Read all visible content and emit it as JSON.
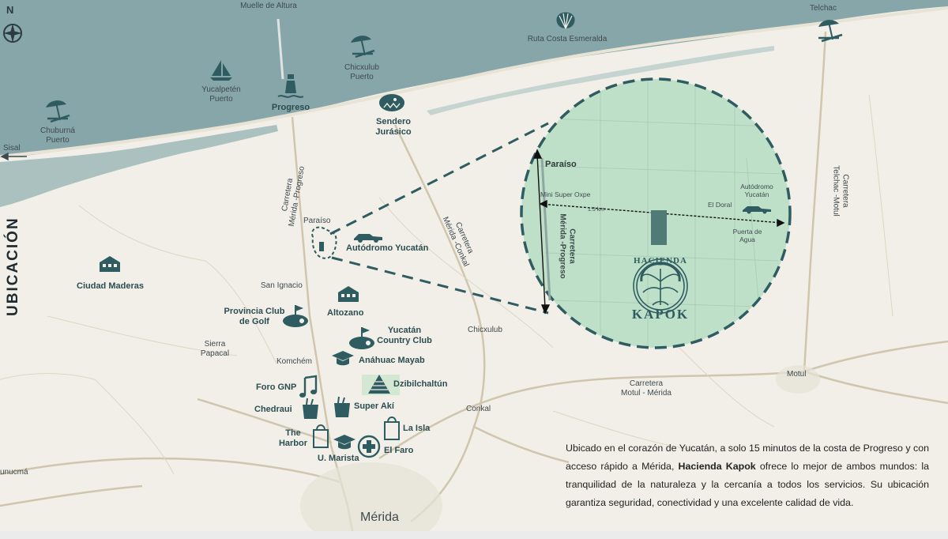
{
  "compass": {
    "letter": "N"
  },
  "side_title": "UBICACIÓN",
  "places": {
    "muelle": "Muelle de Altura",
    "telchac": "Telchac",
    "ruta_costa": "Ruta Costa Esmeralda",
    "chicxulub_puerto": "Chicxulub\nPuerto",
    "yucalpeten": "Yucalpetén\nPuerto",
    "progreso": "Progreso",
    "chuburna": "Chuburná\nPuerto",
    "sisal": "Sisal",
    "sendero": "Sendero\nJurásico",
    "paraiso": "Paraíso",
    "autodromo": "Autódromo Yucatán",
    "ciudad_maderas": "Ciudad Maderas",
    "san_ignacio": "San Ignacio",
    "provincia": "Provincia Club\nde Golf",
    "altozano": "Altozano",
    "yucatan_cc": "Yucatán\nCountry Club",
    "sierra": "Sierra\nPapacal",
    "komchem": "Komchém",
    "anahuac": "Anáhuac Mayab",
    "dzibilchaltun": "Dzibilchaltún",
    "chicxulub": "Chicxulub",
    "foro": "Foro GNP",
    "chedraui": "Chedraui",
    "super_aki": "Super Akí",
    "conkal": "Conkal",
    "harbor": "The\nHarbor",
    "la_isla": "La Isla",
    "marista": "U. Marista",
    "el_faro": "El Faro",
    "ucuma": "unucmá",
    "merida": "Mérida",
    "motul": "Motul"
  },
  "roads": {
    "merida_progreso": "Carretera\nMérida -Progreso",
    "merida_conkal": "Carretera\nMérida -Conkal",
    "telchac_motul": "Carretera\nTelchac -Motul",
    "motul_merida": "Carretera\nMotul - Mérida"
  },
  "inset": {
    "paraiso": "Paraíso",
    "mini_super": "Mini Super Oxpe",
    "distance": "1.5 km",
    "el_doral": "El Doral",
    "autodromo": "Autódromo\nYucatán",
    "puerta": "Puerta de\nAgua",
    "road": "Carretera\nMérida -Progreso",
    "logo_top": "HACIENDA",
    "logo_bottom": "KAPOK"
  },
  "description": {
    "part1": "Ubicado en el corazón de Yucatán, a solo 15 minutos de la costa de Progreso y con acceso rápido a Mérida, ",
    "brand": "Hacienda Kapok",
    "part2": " ofrece lo mejor de ambos mundos: la tranquilidad de la naturaleza y la cercanía a todos los servicios. Su ubicación garantiza seguridad, conectividad y una excelente calidad de vida."
  },
  "colors": {
    "sea": "#86a6a9",
    "land": "#f1efe8",
    "icon": "#2f5c61",
    "inset": "#bfe0c8",
    "dash": "#2f5c61"
  }
}
